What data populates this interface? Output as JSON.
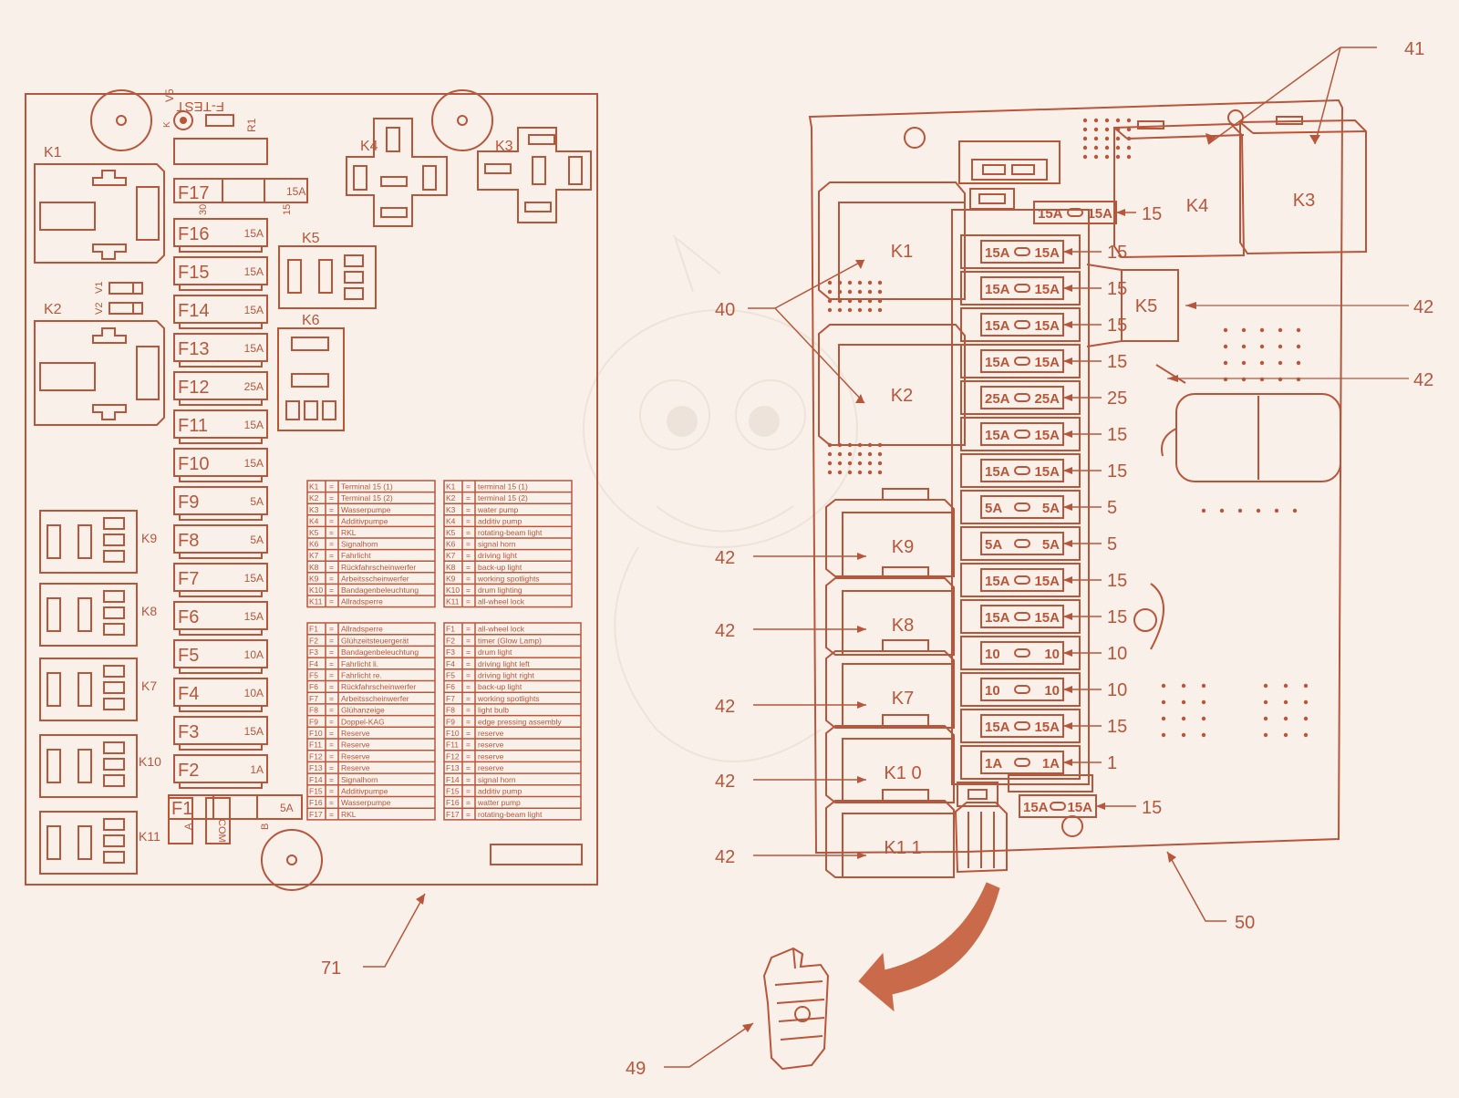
{
  "colors": {
    "background": "#f9f1e9",
    "line": "#b8563c",
    "line_light": "#d48a6a",
    "arrow_fill": "#c96a4a"
  },
  "left_panel": {
    "top_labels": {
      "f_test": "F-TEST",
      "v5": "V5",
      "r1": "R1",
      "k": "K",
      "v1": "V1",
      "v2": "V2"
    },
    "pin_labels": {
      "p30": "30",
      "p15": "15",
      "pA": "A",
      "pCOM": "COM",
      "pB": "B"
    },
    "relays": [
      {
        "id": "k1",
        "label": "K1"
      },
      {
        "id": "k2",
        "label": "K2"
      },
      {
        "id": "k3",
        "label": "K3"
      },
      {
        "id": "k4",
        "label": "K4"
      },
      {
        "id": "k5",
        "label": "K5"
      },
      {
        "id": "k6",
        "label": "K6"
      },
      {
        "id": "k9",
        "label": "K9"
      },
      {
        "id": "k8",
        "label": "K8"
      },
      {
        "id": "k7",
        "label": "K7"
      },
      {
        "id": "k10",
        "label": "K10"
      },
      {
        "id": "k11",
        "label": "K11"
      }
    ],
    "fuses": [
      {
        "label": "F17",
        "rating": "15A"
      },
      {
        "label": "F16",
        "rating": "15A"
      },
      {
        "label": "F15",
        "rating": "15A"
      },
      {
        "label": "F14",
        "rating": "15A"
      },
      {
        "label": "F13",
        "rating": "15A"
      },
      {
        "label": "F12",
        "rating": "25A"
      },
      {
        "label": "F11",
        "rating": "15A"
      },
      {
        "label": "F10",
        "rating": "15A"
      },
      {
        "label": "F9",
        "rating": "5A"
      },
      {
        "label": "F8",
        "rating": "5A"
      },
      {
        "label": "F7",
        "rating": "15A"
      },
      {
        "label": "F6",
        "rating": "15A"
      },
      {
        "label": "F5",
        "rating": "10A"
      },
      {
        "label": "F4",
        "rating": "10A"
      },
      {
        "label": "F3",
        "rating": "15A"
      },
      {
        "label": "F2",
        "rating": "1A"
      },
      {
        "label": "F1",
        "rating": "5A"
      }
    ],
    "legend_relays_de": [
      [
        "K1",
        "Terminal 15 (1)"
      ],
      [
        "K2",
        "Terminal 15 (2)"
      ],
      [
        "K3",
        "Wasserpumpe"
      ],
      [
        "K4",
        "Additivpumpe"
      ],
      [
        "K5",
        "RKL"
      ],
      [
        "K6",
        "Signalhorn"
      ],
      [
        "K7",
        "Fahrlicht"
      ],
      [
        "K8",
        "Rückfahrscheinwerfer"
      ],
      [
        "K9",
        "Arbeitsscheinwerfer"
      ],
      [
        "K10",
        "Bandagenbeleuchtung"
      ],
      [
        "K11",
        "Allradsperre"
      ]
    ],
    "legend_relays_en": [
      [
        "K1",
        "terminal 15 (1)"
      ],
      [
        "K2",
        "terminal 15 (2)"
      ],
      [
        "K3",
        "water pump"
      ],
      [
        "K4",
        "additiv pump"
      ],
      [
        "K5",
        "rotating-beam light"
      ],
      [
        "K6",
        "signal horn"
      ],
      [
        "K7",
        "driving light"
      ],
      [
        "K8",
        "back-up light"
      ],
      [
        "K9",
        "working spotlights"
      ],
      [
        "K10",
        "drum lighting"
      ],
      [
        "K11",
        "all-wheel lock"
      ]
    ],
    "legend_fuses_de": [
      [
        "F1",
        "Allradsperre"
      ],
      [
        "F2",
        "Glühzeitsteuergerät"
      ],
      [
        "F3",
        "Bandagenbeleuchtung"
      ],
      [
        "F4",
        "Fahrlicht li."
      ],
      [
        "F5",
        "Fahrlicht re."
      ],
      [
        "F6",
        "Rückfahrscheinwerfer"
      ],
      [
        "F7",
        "Arbeitsscheinwerfer"
      ],
      [
        "F8",
        "Glühanzeige"
      ],
      [
        "F9",
        "Doppel-KAG"
      ],
      [
        "F10",
        "Reserve"
      ],
      [
        "F11",
        "Reserve"
      ],
      [
        "F12",
        "Reserve"
      ],
      [
        "F13",
        "Reserve"
      ],
      [
        "F14",
        "Signalhorn"
      ],
      [
        "F15",
        "Additivpumpe"
      ],
      [
        "F16",
        "Wasserpumpe"
      ],
      [
        "F17",
        "RKL"
      ]
    ],
    "legend_fuses_en": [
      [
        "F1",
        "all-wheel lock"
      ],
      [
        "F2",
        "timer (Glow Lamp)"
      ],
      [
        "F3",
        "drum light"
      ],
      [
        "F4",
        "driving light left"
      ],
      [
        "F5",
        "driving light right"
      ],
      [
        "F6",
        "back-up light"
      ],
      [
        "F7",
        "working spotlights"
      ],
      [
        "F8",
        "light bulb"
      ],
      [
        "F9",
        "edge pressing assembly"
      ],
      [
        "F10",
        "reserve"
      ],
      [
        "F11",
        "reserve"
      ],
      [
        "F12",
        "reserve"
      ],
      [
        "F13",
        "reserve"
      ],
      [
        "F14",
        "signal horn"
      ],
      [
        "F15",
        "additiv pump"
      ],
      [
        "F16",
        "watter pump"
      ],
      [
        "F17",
        "rotating-beam light"
      ]
    ],
    "eq": "="
  },
  "right_panel": {
    "relays": [
      {
        "id": "k1",
        "label": "K1"
      },
      {
        "id": "k2",
        "label": "K2"
      },
      {
        "id": "k3",
        "label": "K3"
      },
      {
        "id": "k4",
        "label": "K4"
      },
      {
        "id": "k5",
        "label": "K5"
      },
      {
        "id": "k9",
        "label": "K9"
      },
      {
        "id": "k8",
        "label": "K8"
      },
      {
        "id": "k7",
        "label": "K7"
      },
      {
        "id": "k10",
        "label": "K1 0"
      },
      {
        "id": "k11",
        "label": "K1 1"
      }
    ],
    "top_fuse": {
      "face_left": "15A",
      "face_right": "15A",
      "callout": "15"
    },
    "fuses": [
      {
        "face_left": "15A",
        "face_right": "15A",
        "callout": "15"
      },
      {
        "face_left": "15A",
        "face_right": "15A",
        "callout": "15"
      },
      {
        "face_left": "15A",
        "face_right": "15A",
        "callout": "15"
      },
      {
        "face_left": "15A",
        "face_right": "15A",
        "callout": "15"
      },
      {
        "face_left": "25A",
        "face_right": "25A",
        "callout": "25"
      },
      {
        "face_left": "15A",
        "face_right": "15A",
        "callout": "15"
      },
      {
        "face_left": "15A",
        "face_right": "15A",
        "callout": "15"
      },
      {
        "face_left": "5A",
        "face_right": "5A",
        "callout": "5"
      },
      {
        "face_left": "5A",
        "face_right": "5A",
        "callout": "5"
      },
      {
        "face_left": "15A",
        "face_right": "15A",
        "callout": "15"
      },
      {
        "face_left": "15A",
        "face_right": "15A",
        "callout": "15"
      },
      {
        "face_left": "10",
        "face_right": "10",
        "callout": "10"
      },
      {
        "face_left": "10",
        "face_right": "10",
        "callout": "10"
      },
      {
        "face_left": "15A",
        "face_right": "15A",
        "callout": "15"
      },
      {
        "face_left": "1A",
        "face_right": "1A",
        "callout": "1"
      }
    ],
    "bottom_fuse": {
      "face_left": "15A",
      "face_right": "15A",
      "callout": "15"
    }
  },
  "callouts": {
    "c41": "41",
    "c40": "40",
    "c42": "42",
    "c50": "50",
    "c71": "71",
    "c49": "49"
  }
}
